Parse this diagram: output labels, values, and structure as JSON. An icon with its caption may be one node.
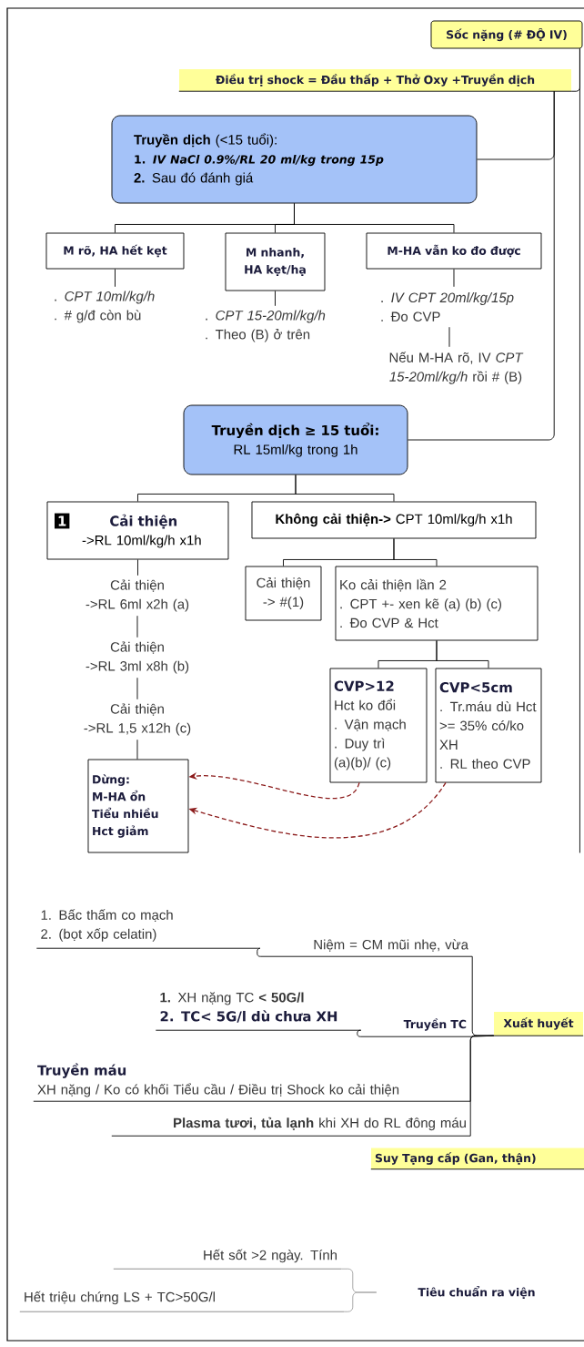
{
  "diagram": {
    "nodes": [
      {
        "text": [
          "Sốc nặng (# ĐỘ IV)"
        ]
      },
      {
        "text": [
          "Điều trị shock = Đầu thấp + Thở Oxy +Truyền dịch"
        ]
      },
      {
        "text": [
          "**Truyền dịch** (<15 tuổi):",
          "1. *IV NaCl 0.9%/RL 20 ml/kg trong 15p*",
          "**2.** Sau đó đánh giá"
        ]
      },
      {
        "text": [
          "M rõ, HA hết kẹt"
        ]
      },
      {
        "text": [
          "M nhanh, HA kẹt/hạ"
        ]
      },
      {
        "text": [
          "M-HA vẫn ko đo được"
        ]
      },
      {
        "text": [
          ". *CPT 10ml/kg/h*",
          ". # g/đ còn bù"
        ]
      },
      {
        "text": [
          ". *CPT 15-20ml/kg/h*",
          ". Theo (B) ở trên"
        ]
      },
      {
        "text": [
          ". *IV CPT 20ml/kg/15p*",
          ". Đo CVP"
        ]
      },
      {
        "text": [
          "Nếu M-HA rõ, IV *CPT 15-20ml/kg/h* rồi # (B)"
        ]
      },
      {
        "text": [
          "Truyền dịch ≥ 15 tuổi:",
          "RL 15ml/kg trong 1h"
        ]
      },
      {
        "text": [
          "1",
          "Cải thiện",
          "->RL 10ml/kg/h x1h"
        ]
      },
      {
        "text": [
          "**Không cải thiện->** CPT 10ml/kg/h x1h"
        ]
      },
      {
        "text": [
          "Cải thiện",
          "->RL 6ml x2h (a)"
        ]
      },
      {
        "text": [
          "Cải thiện",
          "->RL 3ml x8h (b)"
        ]
      },
      {
        "text": [
          "Cải thiện",
          "->RL 1,5 x12h (c)"
        ]
      },
      {
        "text": [
          "Dừng:",
          "M-HA ổn",
          "Tiểu nhiều",
          "Hct giảm"
        ]
      },
      {
        "text": [
          "Cải thiện",
          "-> #(1)"
        ]
      },
      {
        "text": [
          "Ko cải thiện lần 2",
          ". CPT +- xen kẽ (a) (b) (c)",
          ". Đo CVP & Hct"
        ]
      },
      {
        "text": [
          "CVP>12",
          "Hct ko đổi",
          ". Vận mạch",
          ". Duy trì (a)(b)/ (c)"
        ]
      },
      {
        "text": [
          "CVP<5cm",
          ". Tr.máu dù Hct >= 35% có/ko XH",
          ". RL theo CVP"
        ]
      },
      {
        "text": [
          "Xuất huyết"
        ]
      },
      {
        "text": [
          "Truyền TC"
        ]
      },
      {
        "text": [
          "Niệm = CM mũi nhẹ, vừa"
        ]
      },
      {
        "text": [
          "1. Bấc thấm co mạch",
          "2. (bọt xốp celatin)"
        ]
      },
      {
        "text": [
          "**1.** XH nặng TC **< 50G/l**",
          "2. TC< 5G/l dù chưa XH"
        ]
      },
      {
        "text": [
          "Truyền máu",
          "XH nặng / Ko có khối Tiểu cầu / Điều trị Shock ko cải thiện"
        ]
      },
      {
        "text": [
          "**Plasma tươi, tủa lạnh** khi XH do RL đông máu"
        ]
      },
      {
        "text": [
          "Suy Tạng cấp (Gan, thận)"
        ]
      },
      {
        "text": [
          "Tiêu chuẩn ra viện"
        ]
      },
      {
        "text": [
          "Hết sốt >2 ngày. Tính"
        ]
      },
      {
        "text": [
          "Hết triệu chứng LS + TC>50G/l"
        ]
      }
    ],
    "edges": [
      {
        "from": 0,
        "to": 1,
        "arrow": "none"
      },
      {
        "from": 0,
        "to": null,
        "arrow": "none"
      },
      {
        "from": 1,
        "to": 2,
        "arrow": "none"
      },
      {
        "from": 1,
        "to": 10,
        "arrow": "none"
      },
      {
        "from": 2,
        "to": 3,
        "arrow": "none"
      },
      {
        "from": 2,
        "to": 4,
        "arrow": "none"
      },
      {
        "from": 2,
        "to": 5,
        "arrow": "none"
      },
      {
        "from": 3,
        "to": 6,
        "arrow": "none"
      },
      {
        "from": 4,
        "to": 7,
        "arrow": "none"
      },
      {
        "from": 5,
        "to": 8,
        "arrow": "none"
      },
      {
        "from": 8,
        "to": 9,
        "arrow": "none"
      },
      {
        "from": 10,
        "to": 11,
        "arrow": "none"
      },
      {
        "from": 10,
        "to": 12,
        "arrow": "none"
      },
      {
        "from": 11,
        "to": 13,
        "arrow": "none"
      },
      {
        "from": 13,
        "to": 14,
        "arrow": "none"
      },
      {
        "from": 14,
        "to": 15,
        "arrow": "none"
      },
      {
        "from": 15,
        "to": 16,
        "arrow": "none"
      },
      {
        "from": 12,
        "to": 17,
        "arrow": "none"
      },
      {
        "from": 12,
        "to": 18,
        "arrow": "none"
      },
      {
        "from": 18,
        "to": 19,
        "arrow": "none"
      },
      {
        "from": 18,
        "to": 20,
        "arrow": "none"
      },
      {
        "from": 19,
        "to": 16,
        "arrow": "to",
        "style": "dashed",
        "color": "#8b1a1a"
      },
      {
        "from": 20,
        "to": 16,
        "arrow": "to",
        "style": "dashed",
        "color": "#8b1a1a"
      },
      {
        "from": 21,
        "to": 23,
        "arrow": "none"
      },
      {
        "from": 21,
        "to": 22,
        "arrow": "none"
      },
      {
        "from": 21,
        "to": 26,
        "arrow": "none"
      },
      {
        "from": 21,
        "to": 27,
        "arrow": "none"
      },
      {
        "from": 23,
        "to": 24,
        "arrow": "none"
      },
      {
        "from": 22,
        "to": 25,
        "arrow": "none"
      },
      {
        "from": 29,
        "to": 30,
        "arrow": "none",
        "color": "#a0a0a0"
      },
      {
        "from": 29,
        "to": 31,
        "arrow": "none",
        "color": "#a0a0a0"
      }
    ]
  }
}
